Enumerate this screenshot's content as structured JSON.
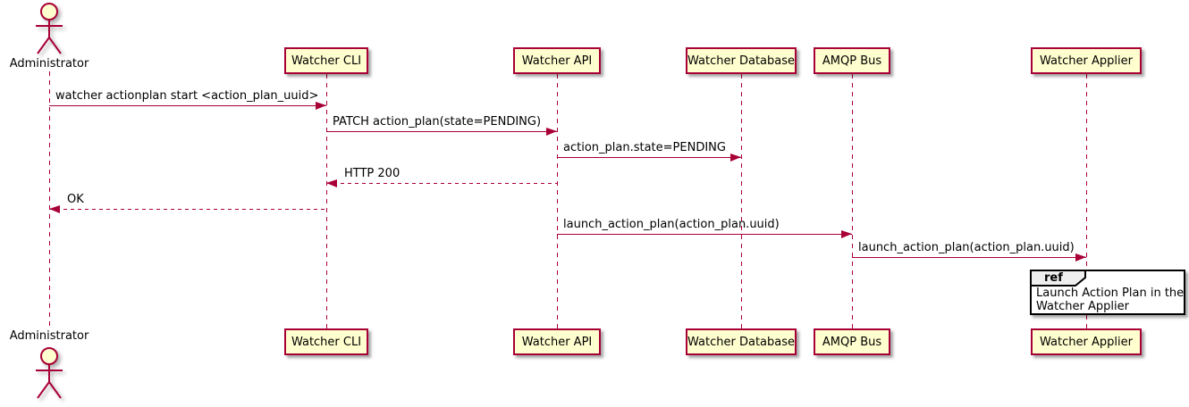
{
  "diagram": {
    "type": "plantuml-sequence",
    "colors": {
      "participant_fill": "#FEFECE",
      "stroke": "#A80036",
      "text": "#000000",
      "ref_border": "#000000",
      "ref_tab_fill": "#EEEEEE",
      "background": "#FFFFFF"
    },
    "actor": {
      "name": "Administrator"
    },
    "participants": [
      {
        "name": "Watcher CLI"
      },
      {
        "name": "Watcher API"
      },
      {
        "name": "Watcher Database"
      },
      {
        "name": "AMQP Bus"
      },
      {
        "name": "Watcher Applier"
      }
    ],
    "messages": [
      {
        "from": "Administrator",
        "to": "Watcher CLI",
        "label": "watcher actionplan start <action_plan_uuid>",
        "line": "solid",
        "direction": "right"
      },
      {
        "from": "Watcher CLI",
        "to": "Watcher API",
        "label": "PATCH action_plan(state=PENDING)",
        "line": "solid",
        "direction": "right"
      },
      {
        "from": "Watcher API",
        "to": "Watcher Database",
        "label": "action_plan.state=PENDING",
        "line": "solid",
        "direction": "right"
      },
      {
        "from": "Watcher API",
        "to": "Watcher CLI",
        "label": "HTTP 200",
        "line": "dashed",
        "direction": "left"
      },
      {
        "from": "Watcher CLI",
        "to": "Administrator",
        "label": "OK",
        "line": "dashed",
        "direction": "left"
      },
      {
        "from": "Watcher API",
        "to": "AMQP Bus",
        "label": "launch_action_plan(action_plan.uuid)",
        "line": "solid",
        "direction": "right"
      },
      {
        "from": "AMQP Bus",
        "to": "Watcher Applier",
        "label": "launch_action_plan(action_plan.uuid)",
        "line": "solid",
        "direction": "right"
      }
    ],
    "ref": {
      "keyword": "ref",
      "over": "Watcher Applier",
      "lines": [
        "Launch Action Plan in the",
        "Watcher Applier"
      ]
    }
  }
}
